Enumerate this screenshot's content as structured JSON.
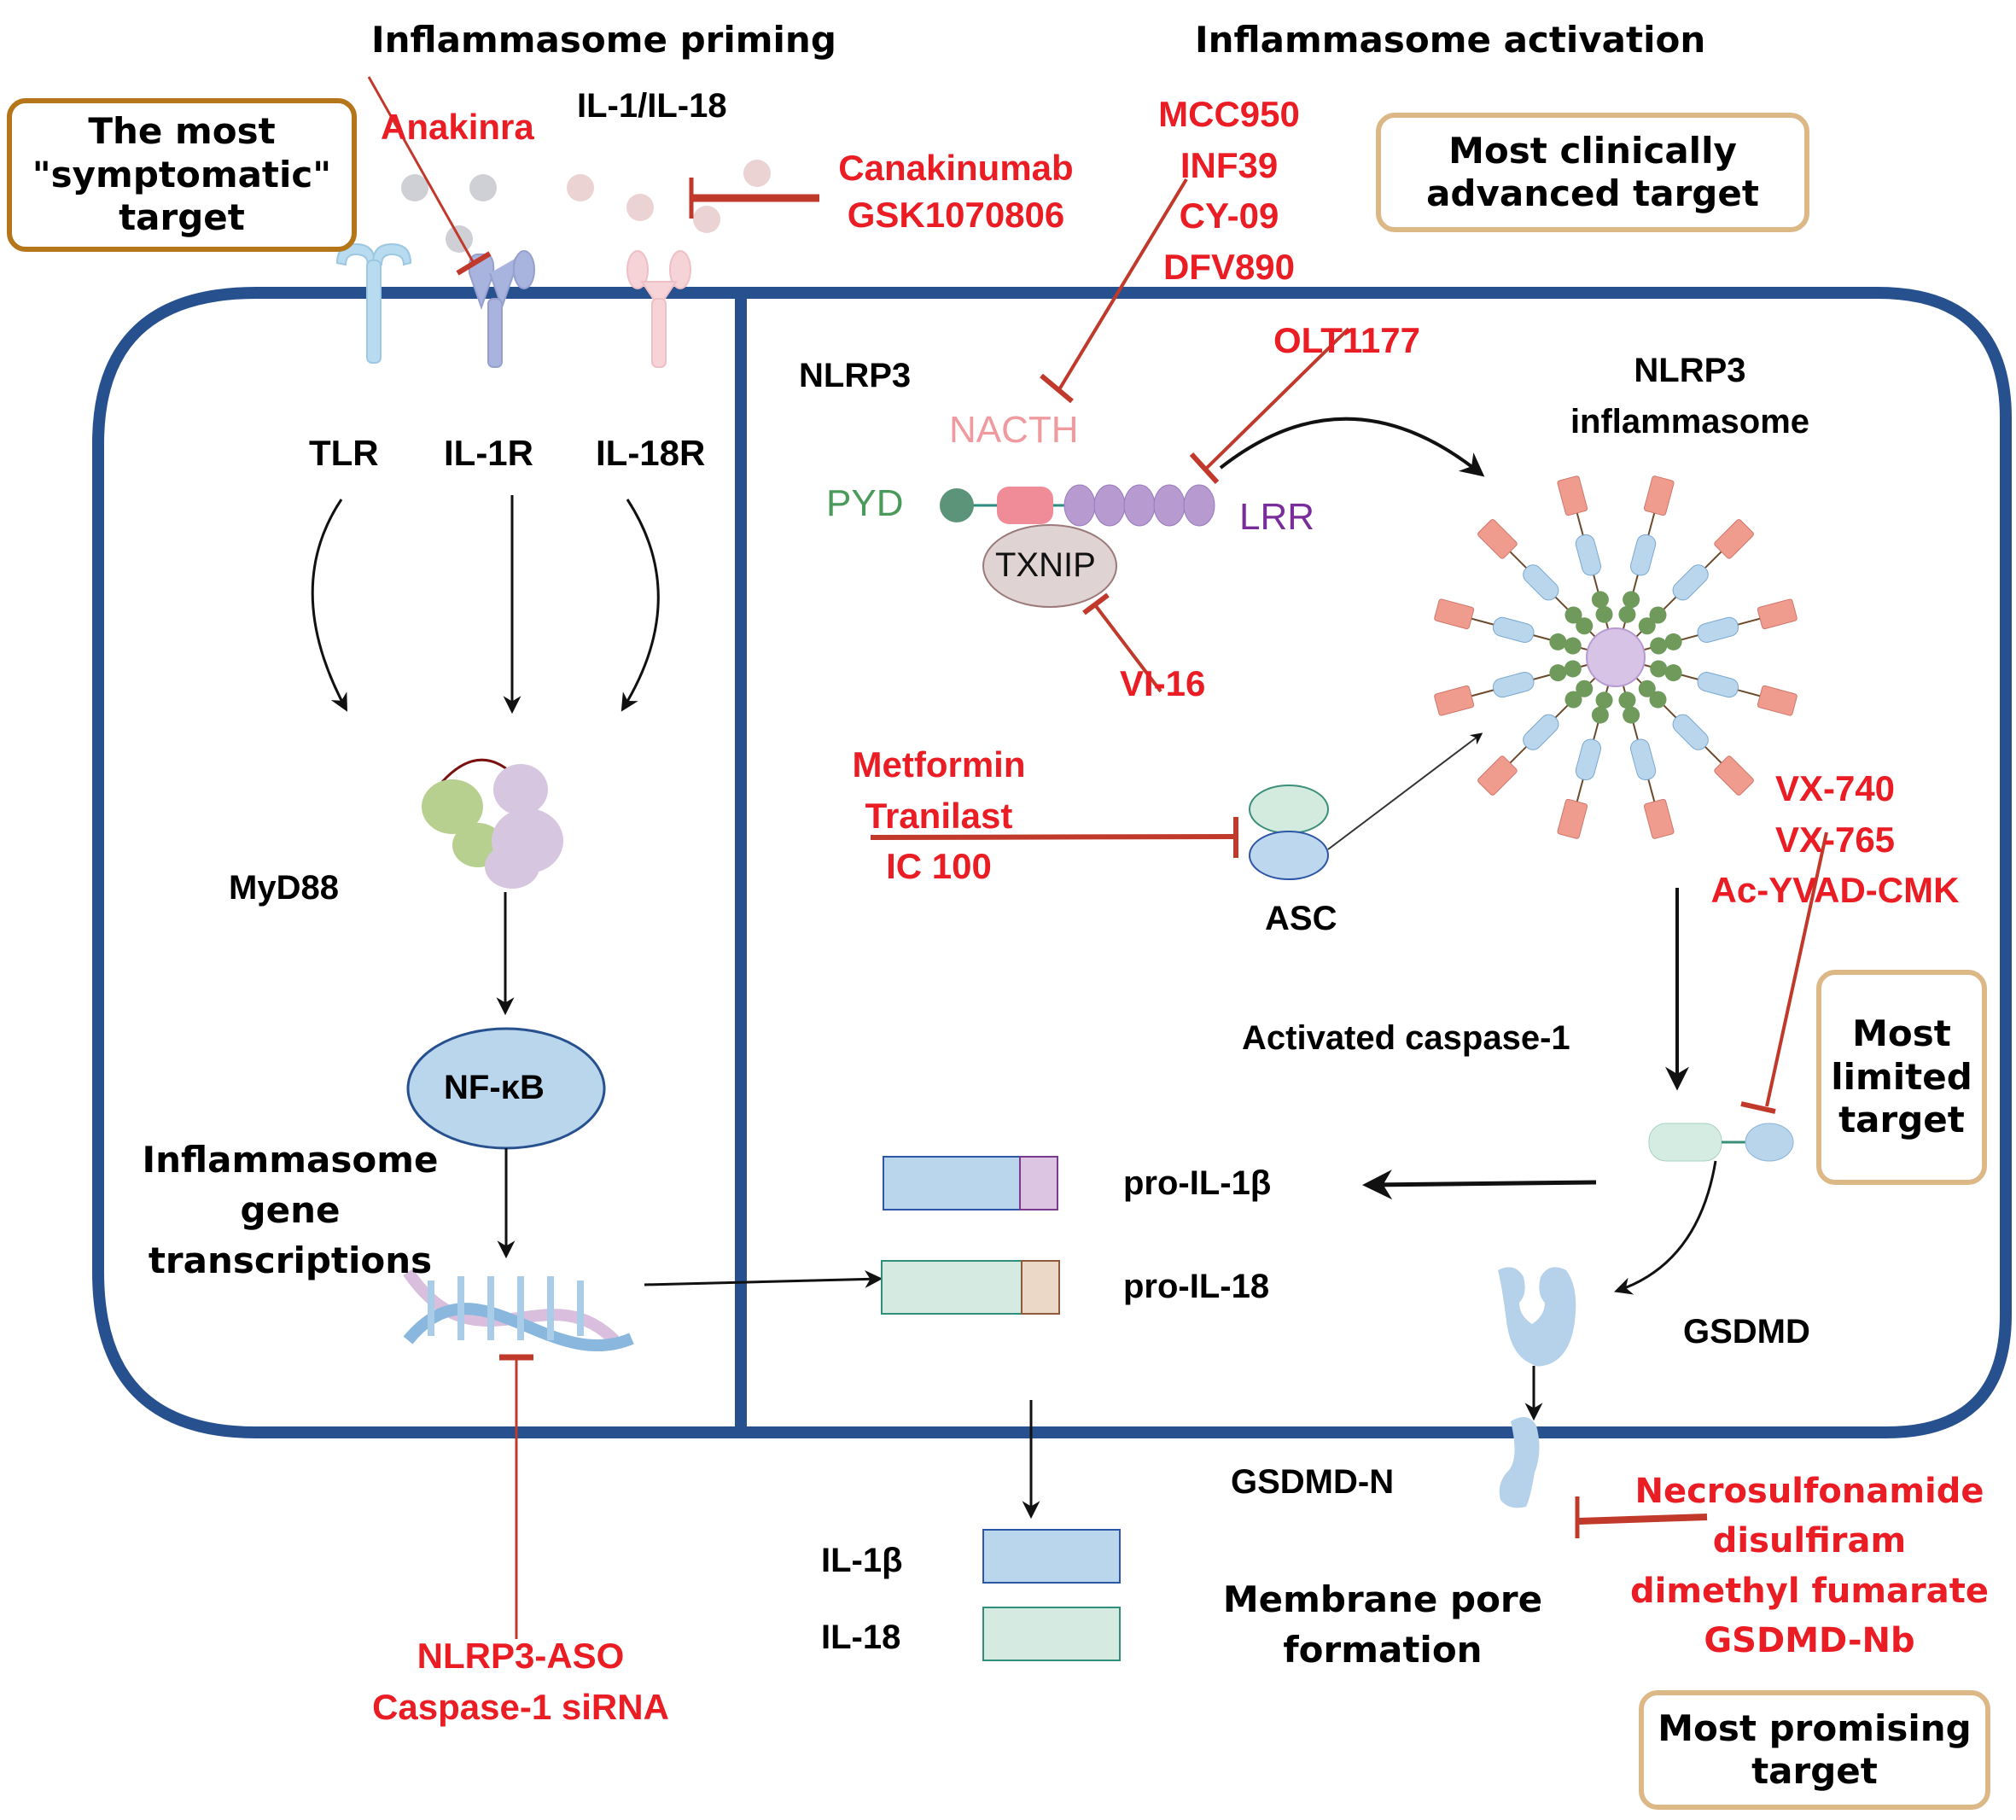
{
  "sections": {
    "priming_title": "Inflammasome priming",
    "activation_title": "Inflammasome activation"
  },
  "annotation_boxes": [
    {
      "id": "symptomatic",
      "lines": [
        "The most",
        "\"symptomatic\"",
        "target"
      ],
      "border_color": "#b5761a"
    },
    {
      "id": "clinically_advanced",
      "lines": [
        "Most clinically",
        "advanced target"
      ],
      "border_color": "#ddb887"
    },
    {
      "id": "limited",
      "lines": [
        "Most",
        "limited",
        "target"
      ],
      "border_color": "#ddb887"
    },
    {
      "id": "promising",
      "lines": [
        "Most promising",
        "target"
      ],
      "border_color": "#ddb887"
    }
  ],
  "ligand_label": "IL-1/IL-18",
  "receptors": [
    "TLR",
    "IL-1R",
    "IL-18R"
  ],
  "priming_nodes": {
    "myd88": "MyD88",
    "nfkb": "NF-κB",
    "transcription": [
      "Inflammasome",
      "gene",
      "transcriptions"
    ]
  },
  "nlrp3": {
    "label": "NLRP3",
    "domains": {
      "pyd": "PYD",
      "nacht": "NACTH",
      "lrr": "LRR"
    },
    "txnip": "TXNIP"
  },
  "inflammasome_label": [
    "NLRP3",
    "inflammasome"
  ],
  "asc_label": "ASC",
  "caspase_label": "Activated caspase-1",
  "pro_cytokines": [
    "pro-IL-1β",
    "pro-IL-18"
  ],
  "mature_cytokines": [
    "IL-1β",
    "IL-18"
  ],
  "gsdmd": "GSDMD",
  "gsdmd_n": "GSDMD-N",
  "pore_label": [
    "Membrane pore",
    "formation"
  ],
  "inhibitors": {
    "anakinra": [
      "Anakinra"
    ],
    "il1_antibodies": [
      "Canakinumab",
      "GSK1070806"
    ],
    "nlrp3_nacht": [
      "MCC950",
      "INF39",
      "CY-09",
      "DFV890"
    ],
    "nlrp3_lrr": [
      "OLT1177"
    ],
    "txnip": [
      "VI-16"
    ],
    "asc": [
      "Metformin",
      "Tranilast",
      "IC 100"
    ],
    "caspase1": [
      "VX-740",
      "VX-765",
      "Ac-YVAD-CMK"
    ],
    "gsdmd": [
      "Necrosulfonamide",
      "disulfiram",
      "dimethyl fumarate",
      "GSDMD-Nb"
    ],
    "gene": [
      "NLRP3-ASO",
      "Caspase-1 siRNA"
    ]
  },
  "colors": {
    "membrane": "#27508f",
    "inhibitor_text": "#ea1c24",
    "inhibitor_line": "#c0392b",
    "pyd": "#4a9a5c",
    "nacht": "#ee9a9f",
    "lrr": "#7a2d9a"
  }
}
